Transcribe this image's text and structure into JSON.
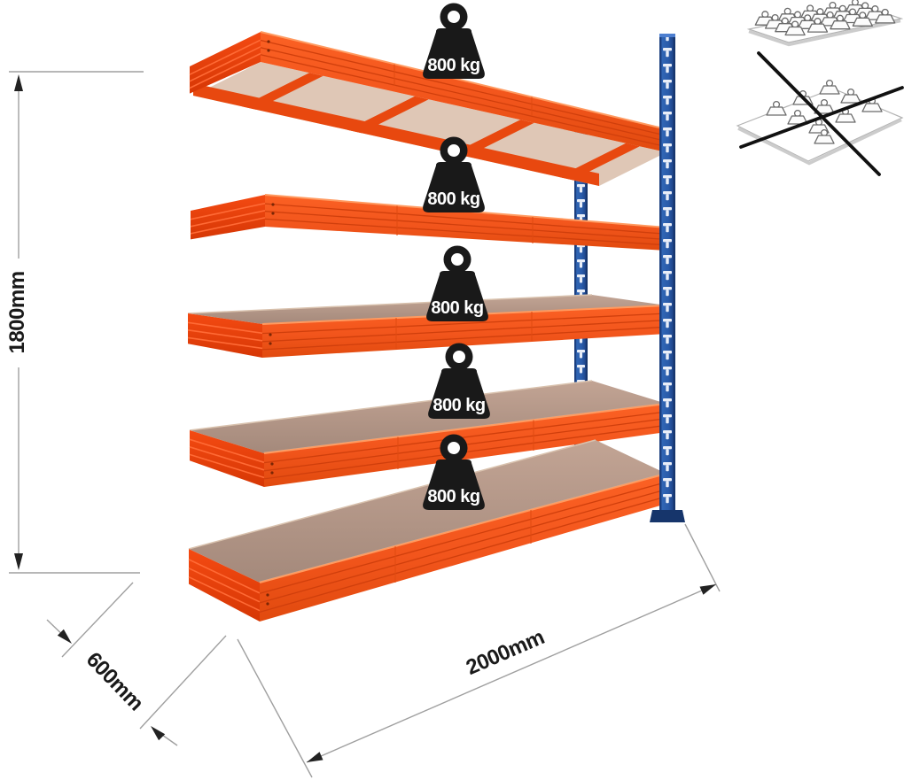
{
  "dimensions": {
    "height": "1800mm",
    "depth": "600mm",
    "width": "2000mm"
  },
  "shelves": {
    "count": 5,
    "load_label": "800 kg",
    "capacity_per_shelf_kg": 800
  },
  "icons": [
    "weight-icon",
    "distributed-load-plate-icon",
    "concentrated-load-plate-icon",
    "prohibited-cross-icon",
    "dimension-arrow-icon"
  ],
  "colors": {
    "shelf_orange": "#f2551c",
    "end_cap_red": "#e8430e",
    "deck_wood": "#b09383",
    "underside_tan": "#dfc7b6",
    "post_blue": "#2a5cab",
    "weight_black": "#191919",
    "dimension_line": "#9f9f9f",
    "label_text": "#1a1a1a"
  }
}
